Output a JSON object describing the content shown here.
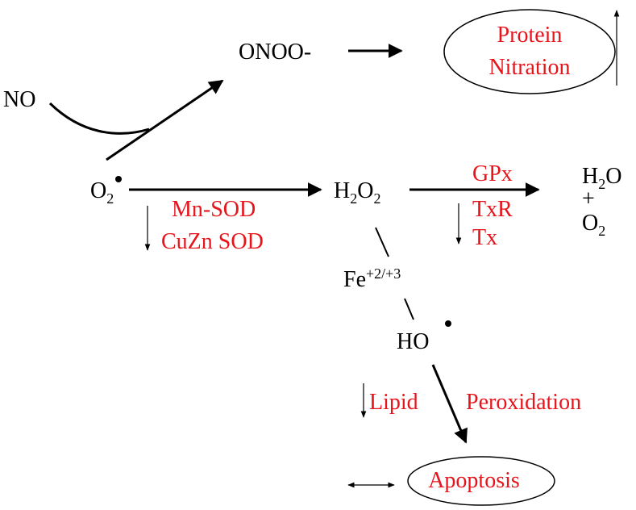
{
  "colors": {
    "black": "#000000",
    "red": "#e8141b"
  },
  "diagram": {
    "no": "NO",
    "onoo": "ONOO-",
    "protein": "Protein",
    "nitration": "Nitration",
    "o2_radical": {
      "base": "O",
      "sub": "2",
      "dot": "•"
    },
    "mn_sod": "Mn-SOD",
    "cuzn_sod": "CuZn SOD",
    "h2o2": {
      "a": "H",
      "sub1": "2",
      "b": "O",
      "sub2": "2"
    },
    "gpx": "GPx",
    "txr": "TxR",
    "tx": "Tx",
    "h2o": {
      "a": "H",
      "sub": "2",
      "b": "O"
    },
    "plus": "+",
    "o2_product": {
      "base": "O",
      "sub": "2"
    },
    "fe": {
      "base": "Fe",
      "sup": "+2/+3"
    },
    "ho": "HO",
    "ho_dot": "•",
    "lipid": "Lipid",
    "peroxidation": "Peroxidation",
    "apoptosis": "Apoptosis"
  }
}
